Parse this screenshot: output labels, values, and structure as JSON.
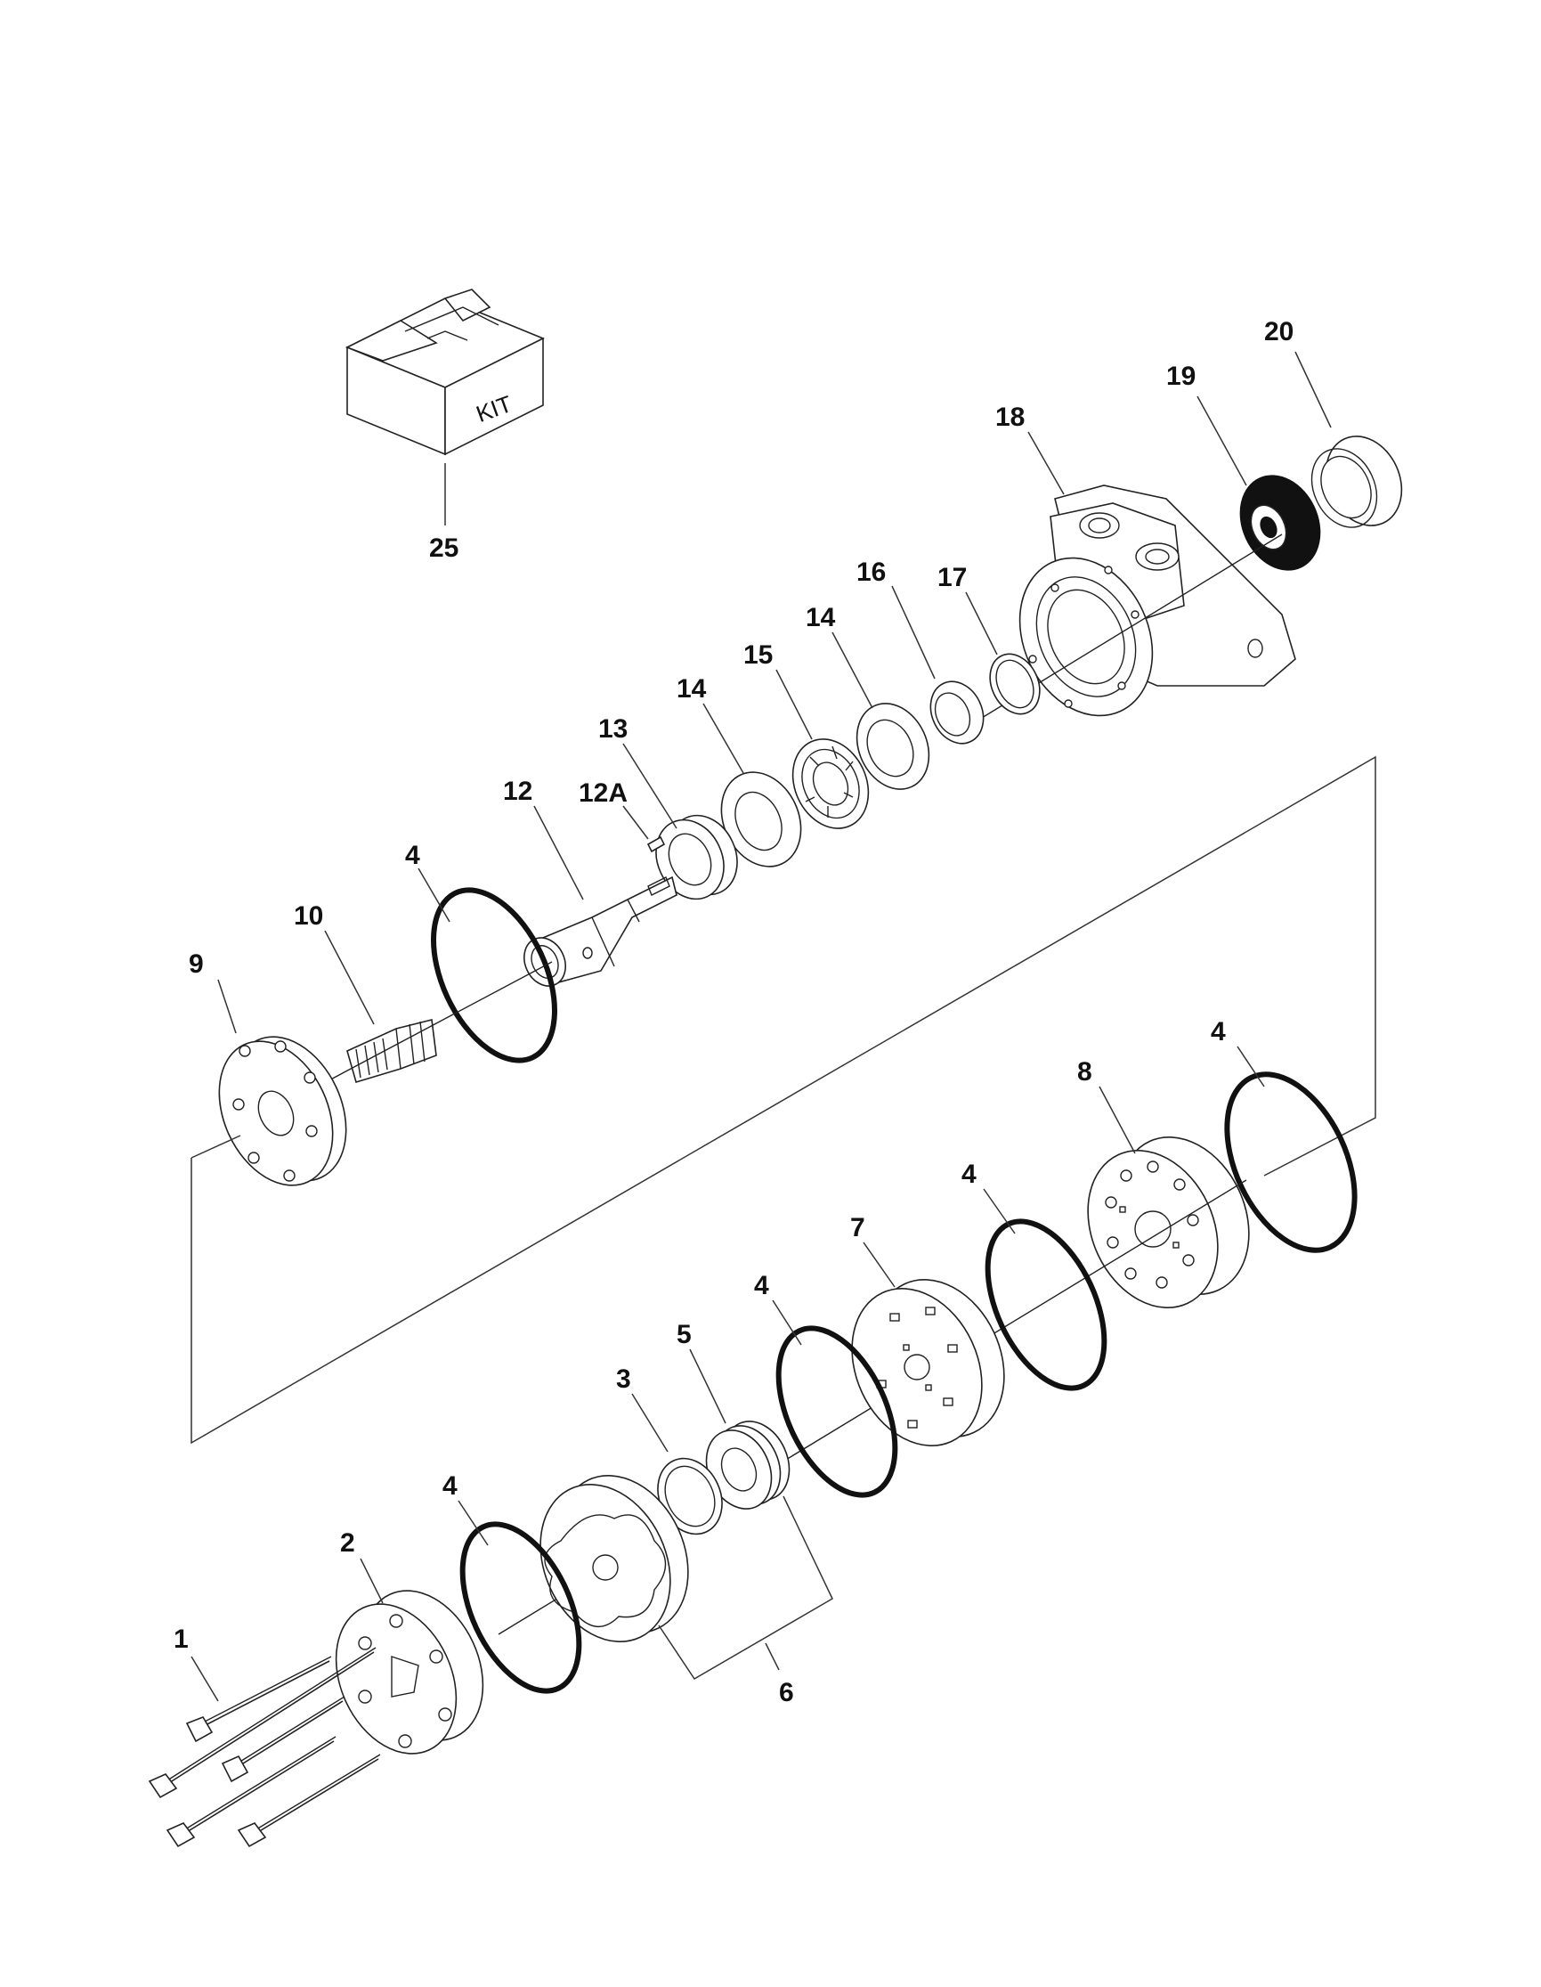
{
  "kit_box": {
    "label": "KIT"
  },
  "callouts": {
    "c1": "1",
    "c2": "2",
    "c3": "3",
    "c4a": "4",
    "c4b": "4",
    "c4c": "4",
    "c4d": "4",
    "c4e": "4",
    "c5": "5",
    "c6": "6",
    "c7": "7",
    "c8": "8",
    "c9": "9",
    "c10": "10",
    "c12": "12",
    "c12a": "12A",
    "c13": "13",
    "c14a": "14",
    "c14b": "14",
    "c15": "15",
    "c16": "16",
    "c17": "17",
    "c18": "18",
    "c19": "19",
    "c20": "20",
    "c25": "25"
  }
}
